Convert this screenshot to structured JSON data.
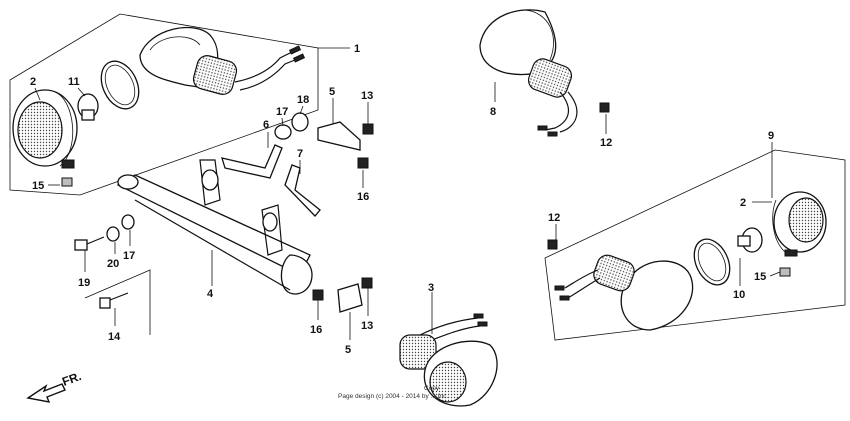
{
  "callouts": {
    "c1": "1",
    "c2a": "2",
    "c11": "11",
    "c15a": "15",
    "c17a": "17",
    "c18": "18",
    "c6": "6",
    "c5a": "5",
    "c13a": "13",
    "c7": "7",
    "c16a": "16",
    "c8": "8",
    "c12a": "12",
    "c9": "9",
    "c2b": "2",
    "c12b": "12",
    "c15b": "15",
    "c10": "10",
    "c4": "4",
    "c19": "19",
    "c20": "20",
    "c17b": "17",
    "c14": "14",
    "c16b": "16",
    "c13b": "13",
    "c5b": "5",
    "c3": "3"
  },
  "direction": {
    "label": "FR."
  },
  "footer": {
    "line1": "Copy",
    "line2": "Page design (c) 2004 - 2014 by ... Inc."
  }
}
